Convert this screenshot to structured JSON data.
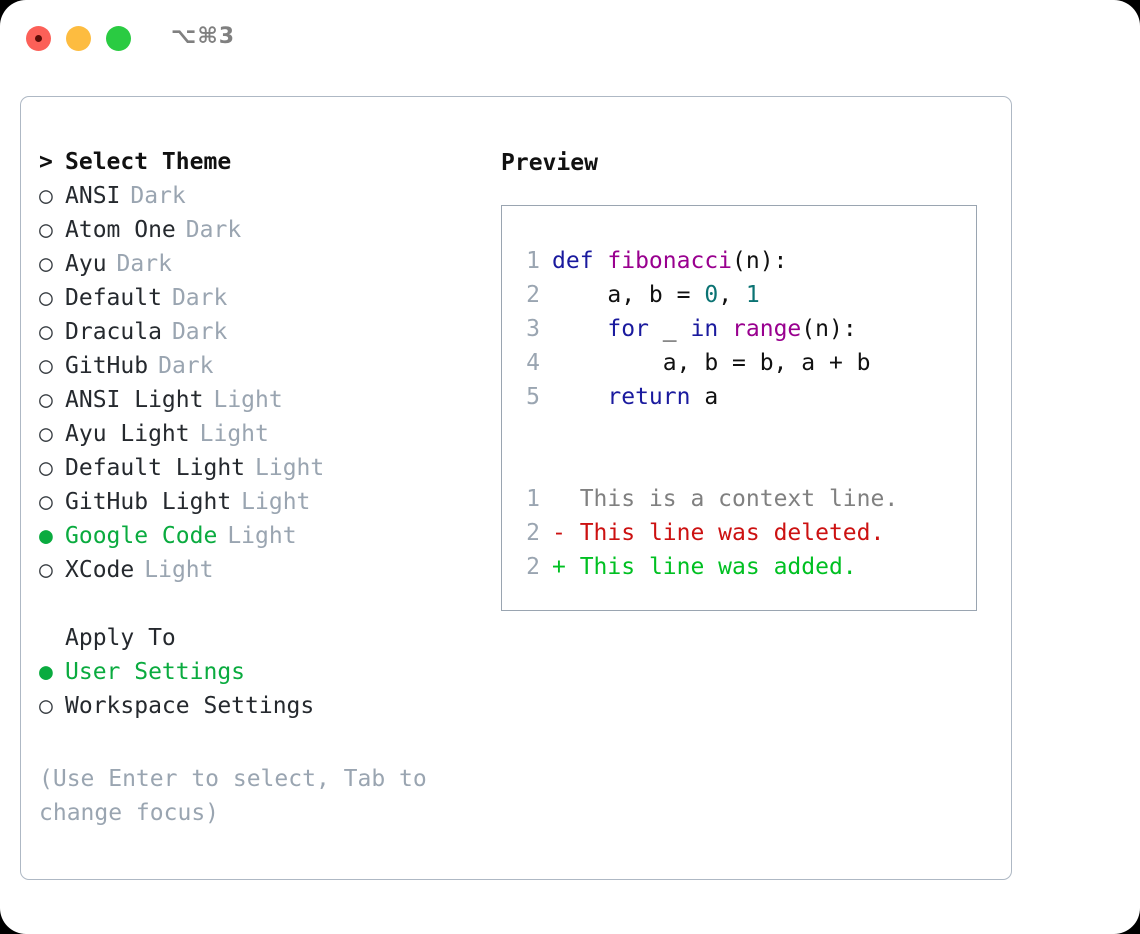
{
  "titlebar": {
    "shortcut": "⌥⌘3",
    "buttons": [
      "close",
      "minimize",
      "maximize"
    ]
  },
  "theme_picker": {
    "header": {
      "prompt": ">",
      "title": "Select Theme"
    },
    "items": [
      {
        "marker": "○",
        "name": "ANSI",
        "variant": "Dark",
        "selected": false
      },
      {
        "marker": "○",
        "name": "Atom One",
        "variant": "Dark",
        "selected": false
      },
      {
        "marker": "○",
        "name": "Ayu",
        "variant": "Dark",
        "selected": false
      },
      {
        "marker": "○",
        "name": "Default",
        "variant": "Dark",
        "selected": false
      },
      {
        "marker": "○",
        "name": "Dracula",
        "variant": "Dark",
        "selected": false
      },
      {
        "marker": "○",
        "name": "GitHub",
        "variant": "Dark",
        "selected": false
      },
      {
        "marker": "○",
        "name": "ANSI Light",
        "variant": "Light",
        "selected": false
      },
      {
        "marker": "○",
        "name": "Ayu Light",
        "variant": "Light",
        "selected": false
      },
      {
        "marker": "○",
        "name": "Default Light",
        "variant": "Light",
        "selected": false
      },
      {
        "marker": "○",
        "name": "GitHub Light",
        "variant": "Light",
        "selected": false
      },
      {
        "marker": "●",
        "name": "Google Code",
        "variant": "Light",
        "selected": true
      },
      {
        "marker": "○",
        "name": "XCode",
        "variant": "Light",
        "selected": false
      }
    ]
  },
  "apply_to": {
    "title": "Apply To",
    "options": [
      {
        "marker": "●",
        "label": "User Settings",
        "selected": true
      },
      {
        "marker": "○",
        "label": "Workspace Settings",
        "selected": false
      }
    ]
  },
  "hint": "(Use Enter to select, Tab to change focus)",
  "preview": {
    "title": "Preview",
    "code_lines": [
      {
        "number": "1",
        "tokens": [
          {
            "text": "def ",
            "type": "kw"
          },
          {
            "text": "fibonacci",
            "type": "fn"
          },
          {
            "text": "(n):",
            "type": "pln"
          }
        ]
      },
      {
        "number": "2",
        "tokens": [
          {
            "text": "    a, b = ",
            "type": "pln"
          },
          {
            "text": "0",
            "type": "num"
          },
          {
            "text": ", ",
            "type": "pln"
          },
          {
            "text": "1",
            "type": "num"
          }
        ]
      },
      {
        "number": "3",
        "tokens": [
          {
            "text": "    for ",
            "type": "kw"
          },
          {
            "text": "_ ",
            "type": "pln"
          },
          {
            "text": "in ",
            "type": "kw"
          },
          {
            "text": "range",
            "type": "fn"
          },
          {
            "text": "(n):",
            "type": "pln"
          }
        ]
      },
      {
        "number": "4",
        "tokens": [
          {
            "text": "        a, b = b, a + b",
            "type": "pln"
          }
        ]
      },
      {
        "number": "5",
        "tokens": [
          {
            "text": "    return ",
            "type": "kw"
          },
          {
            "text": "a",
            "type": "pln"
          }
        ]
      }
    ],
    "diff_lines": [
      {
        "number": "1",
        "marker": " ",
        "text": "This is a context line.",
        "type": "context"
      },
      {
        "number": "2",
        "marker": "-",
        "text": "This line was deleted.",
        "type": "deleted"
      },
      {
        "number": "2",
        "marker": "+",
        "text": "This line was added.",
        "type": "added"
      }
    ]
  },
  "colors": {
    "selected_green": "#0aab3f",
    "muted_gray": "#9aa5b1",
    "keyword_blue": "#1a1a9e",
    "function_magenta": "#99008f",
    "number_teal": "#0b7373",
    "diff_deleted": "#cc1111",
    "diff_added": "#00c022",
    "panel_border": "#aeb8c4"
  }
}
